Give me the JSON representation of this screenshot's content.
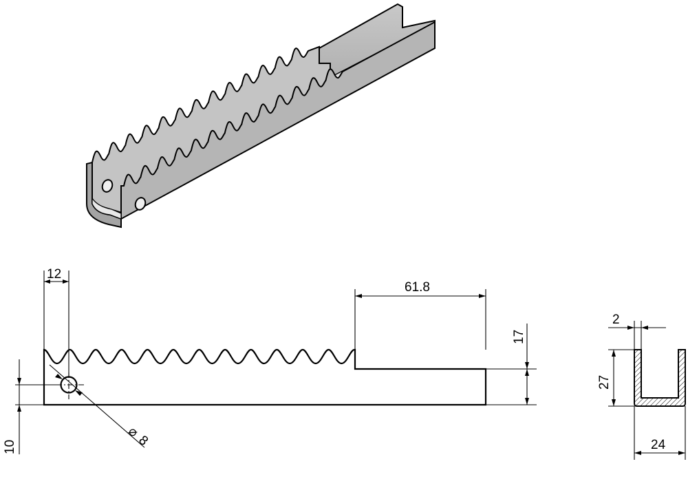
{
  "dimensions": {
    "tooth_offset": "12",
    "top_length": "61.8",
    "height_top": "17",
    "hole_height": "10",
    "hole_diameter": "8",
    "diameter_symbol": "⌀",
    "thickness": "2",
    "profile_height": "27",
    "profile_width": "24"
  },
  "colors": {
    "metal_light": "#d6d6d6",
    "metal_mid": "#bcbcbc",
    "metal_dark": "#9a9a9a",
    "metal_shine": "#f2f2f2",
    "ink": "#000000"
  }
}
